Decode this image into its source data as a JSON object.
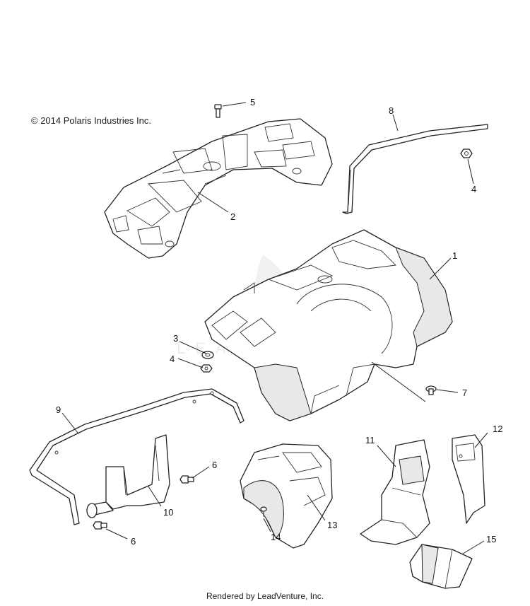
{
  "copyright": "© 2014 Polaris Industries Inc.",
  "footer": "Rendered by LeadVenture, Inc.",
  "watermark_text": "LEADVENTURE",
  "callouts": {
    "c1": "1",
    "c2": "2",
    "c3": "3",
    "c4a": "4",
    "c4b": "4",
    "c5": "5",
    "c6a": "6",
    "c6b": "6",
    "c7": "7",
    "c8": "8",
    "c9": "9",
    "c10": "10",
    "c11": "11",
    "c12": "12",
    "c13": "13",
    "c14": "14",
    "c15": "15"
  }
}
